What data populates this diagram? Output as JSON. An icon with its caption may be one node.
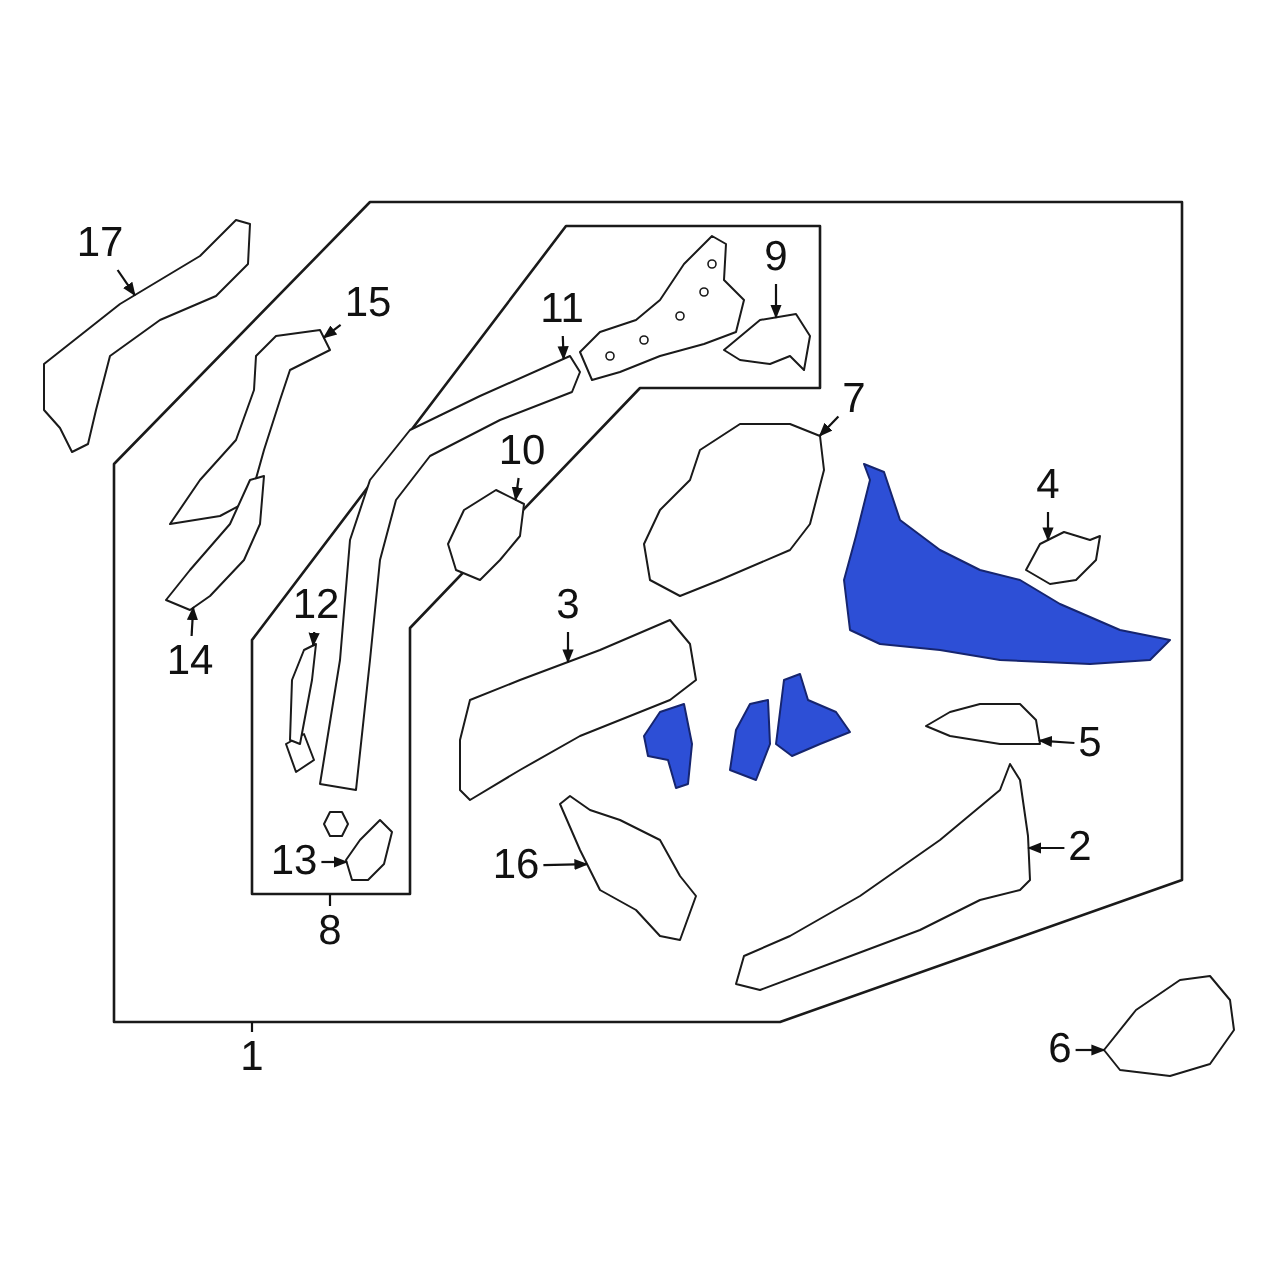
{
  "diagram": {
    "nodes": [
      {
        "text": [],
        "shape": "box"
      },
      {
        "text": [],
        "shape": "box",
        "in": 0
      },
      {
        "text": [
          "17"
        ]
      },
      {
        "text": [],
        "shape": "picture"
      },
      {
        "text": [
          "15"
        ],
        "in": 0
      },
      {
        "text": [],
        "shape": "picture",
        "in": 0
      },
      {
        "text": [
          "11"
        ],
        "in": 1
      },
      {
        "text": [],
        "shape": "picture",
        "in": 1
      },
      {
        "text": [
          "9"
        ],
        "in": 1
      },
      {
        "text": [],
        "shape": "picture",
        "in": 1
      },
      {
        "text": [
          "7"
        ],
        "in": 0
      },
      {
        "text": [],
        "shape": "picture",
        "in": 0
      },
      {
        "text": [
          "10"
        ],
        "in": 1
      },
      {
        "text": [],
        "shape": "picture",
        "in": 1
      },
      {
        "text": [
          "4"
        ],
        "in": 0
      },
      {
        "text": [],
        "shape": "picture",
        "in": 0
      },
      {
        "text": [
          "12"
        ],
        "in": 1
      },
      {
        "text": [],
        "shape": "picture",
        "in": 1
      },
      {
        "text": [
          "3"
        ],
        "in": 0
      },
      {
        "text": [],
        "shape": "picture",
        "in": 0
      },
      {
        "text": [
          "14"
        ],
        "in": 0
      },
      {
        "text": [],
        "shape": "picture",
        "in": 0
      },
      {
        "text": [
          "5"
        ],
        "in": 0
      },
      {
        "text": [],
        "shape": "picture",
        "in": 0
      },
      {
        "text": [
          "2"
        ],
        "in": 0
      },
      {
        "text": [],
        "shape": "picture",
        "in": 0
      },
      {
        "text": [
          "13"
        ],
        "in": 1
      },
      {
        "text": [],
        "shape": "picture",
        "in": 1
      },
      {
        "text": [
          "16"
        ],
        "in": 0
      },
      {
        "text": [],
        "shape": "picture",
        "in": 0
      },
      {
        "text": [
          "8"
        ],
        "in": 0
      },
      {
        "text": [
          "1"
        ]
      },
      {
        "text": [
          "6"
        ]
      },
      {
        "text": [],
        "shape": "picture"
      }
    ],
    "edges": [
      {
        "from": 2,
        "to": 3,
        "arrow": "to"
      },
      {
        "from": 4,
        "to": 5,
        "arrow": "to"
      },
      {
        "from": 6,
        "to": 7,
        "arrow": "to"
      },
      {
        "from": 8,
        "to": 9,
        "arrow": "to"
      },
      {
        "from": 10,
        "to": 11,
        "arrow": "to"
      },
      {
        "from": 12,
        "to": 13,
        "arrow": "to"
      },
      {
        "from": 14,
        "to": 15,
        "arrow": "to"
      },
      {
        "from": 16,
        "to": 17,
        "arrow": "to"
      },
      {
        "from": 18,
        "to": 19,
        "arrow": "to"
      },
      {
        "from": 20,
        "to": 21,
        "arrow": "to"
      },
      {
        "from": 22,
        "to": 23,
        "arrow": "to"
      },
      {
        "from": 24,
        "to": 25,
        "arrow": "to"
      },
      {
        "from": 26,
        "to": 27,
        "arrow": "to"
      },
      {
        "from": 28,
        "to": 29,
        "arrow": "to"
      },
      {
        "from": 30,
        "to": 1,
        "arrow": "none"
      },
      {
        "from": 31,
        "to": 0,
        "arrow": "none"
      },
      {
        "from": 32,
        "to": 33,
        "arrow": "to"
      }
    ]
  }
}
